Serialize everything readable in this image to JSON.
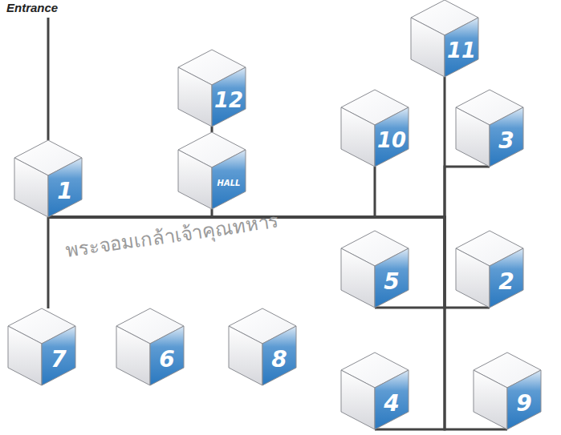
{
  "diagram": {
    "nodes": [
      {
        "text": [
          "11"
        ]
      },
      {
        "text": [
          "12"
        ]
      },
      {
        "text": [
          "10"
        ]
      },
      {
        "text": [
          "3"
        ]
      },
      {
        "text": [
          "1"
        ]
      },
      {
        "text": [
          "HALL"
        ]
      },
      {
        "text": [
          "5"
        ]
      },
      {
        "text": [
          "2"
        ]
      },
      {
        "text": [
          "7"
        ]
      },
      {
        "text": [
          "6"
        ]
      },
      {
        "text": [
          "8"
        ]
      },
      {
        "text": [
          "4"
        ]
      },
      {
        "text": [
          "9"
        ]
      }
    ],
    "edges": [
      {
        "from": 4,
        "to": 8,
        "arrow": "none"
      },
      {
        "from": 1,
        "to": 5,
        "arrow": "none"
      },
      {
        "from": 4,
        "to": 5,
        "arrow": "none"
      },
      {
        "from": 4,
        "to": 0,
        "arrow": "none"
      },
      {
        "from": 4,
        "to": 2,
        "arrow": "none"
      },
      {
        "from": 4,
        "to": 3,
        "arrow": "none"
      },
      {
        "from": 4,
        "to": 6,
        "arrow": "none"
      },
      {
        "from": 4,
        "to": 7,
        "arrow": "none"
      },
      {
        "from": 4,
        "to": 11,
        "arrow": "none"
      },
      {
        "from": 4,
        "to": 12,
        "arrow": "none"
      }
    ],
    "labels": [
      "Entrance",
      "พระจอมเกล้าเจ้าคุณทหาร"
    ]
  }
}
